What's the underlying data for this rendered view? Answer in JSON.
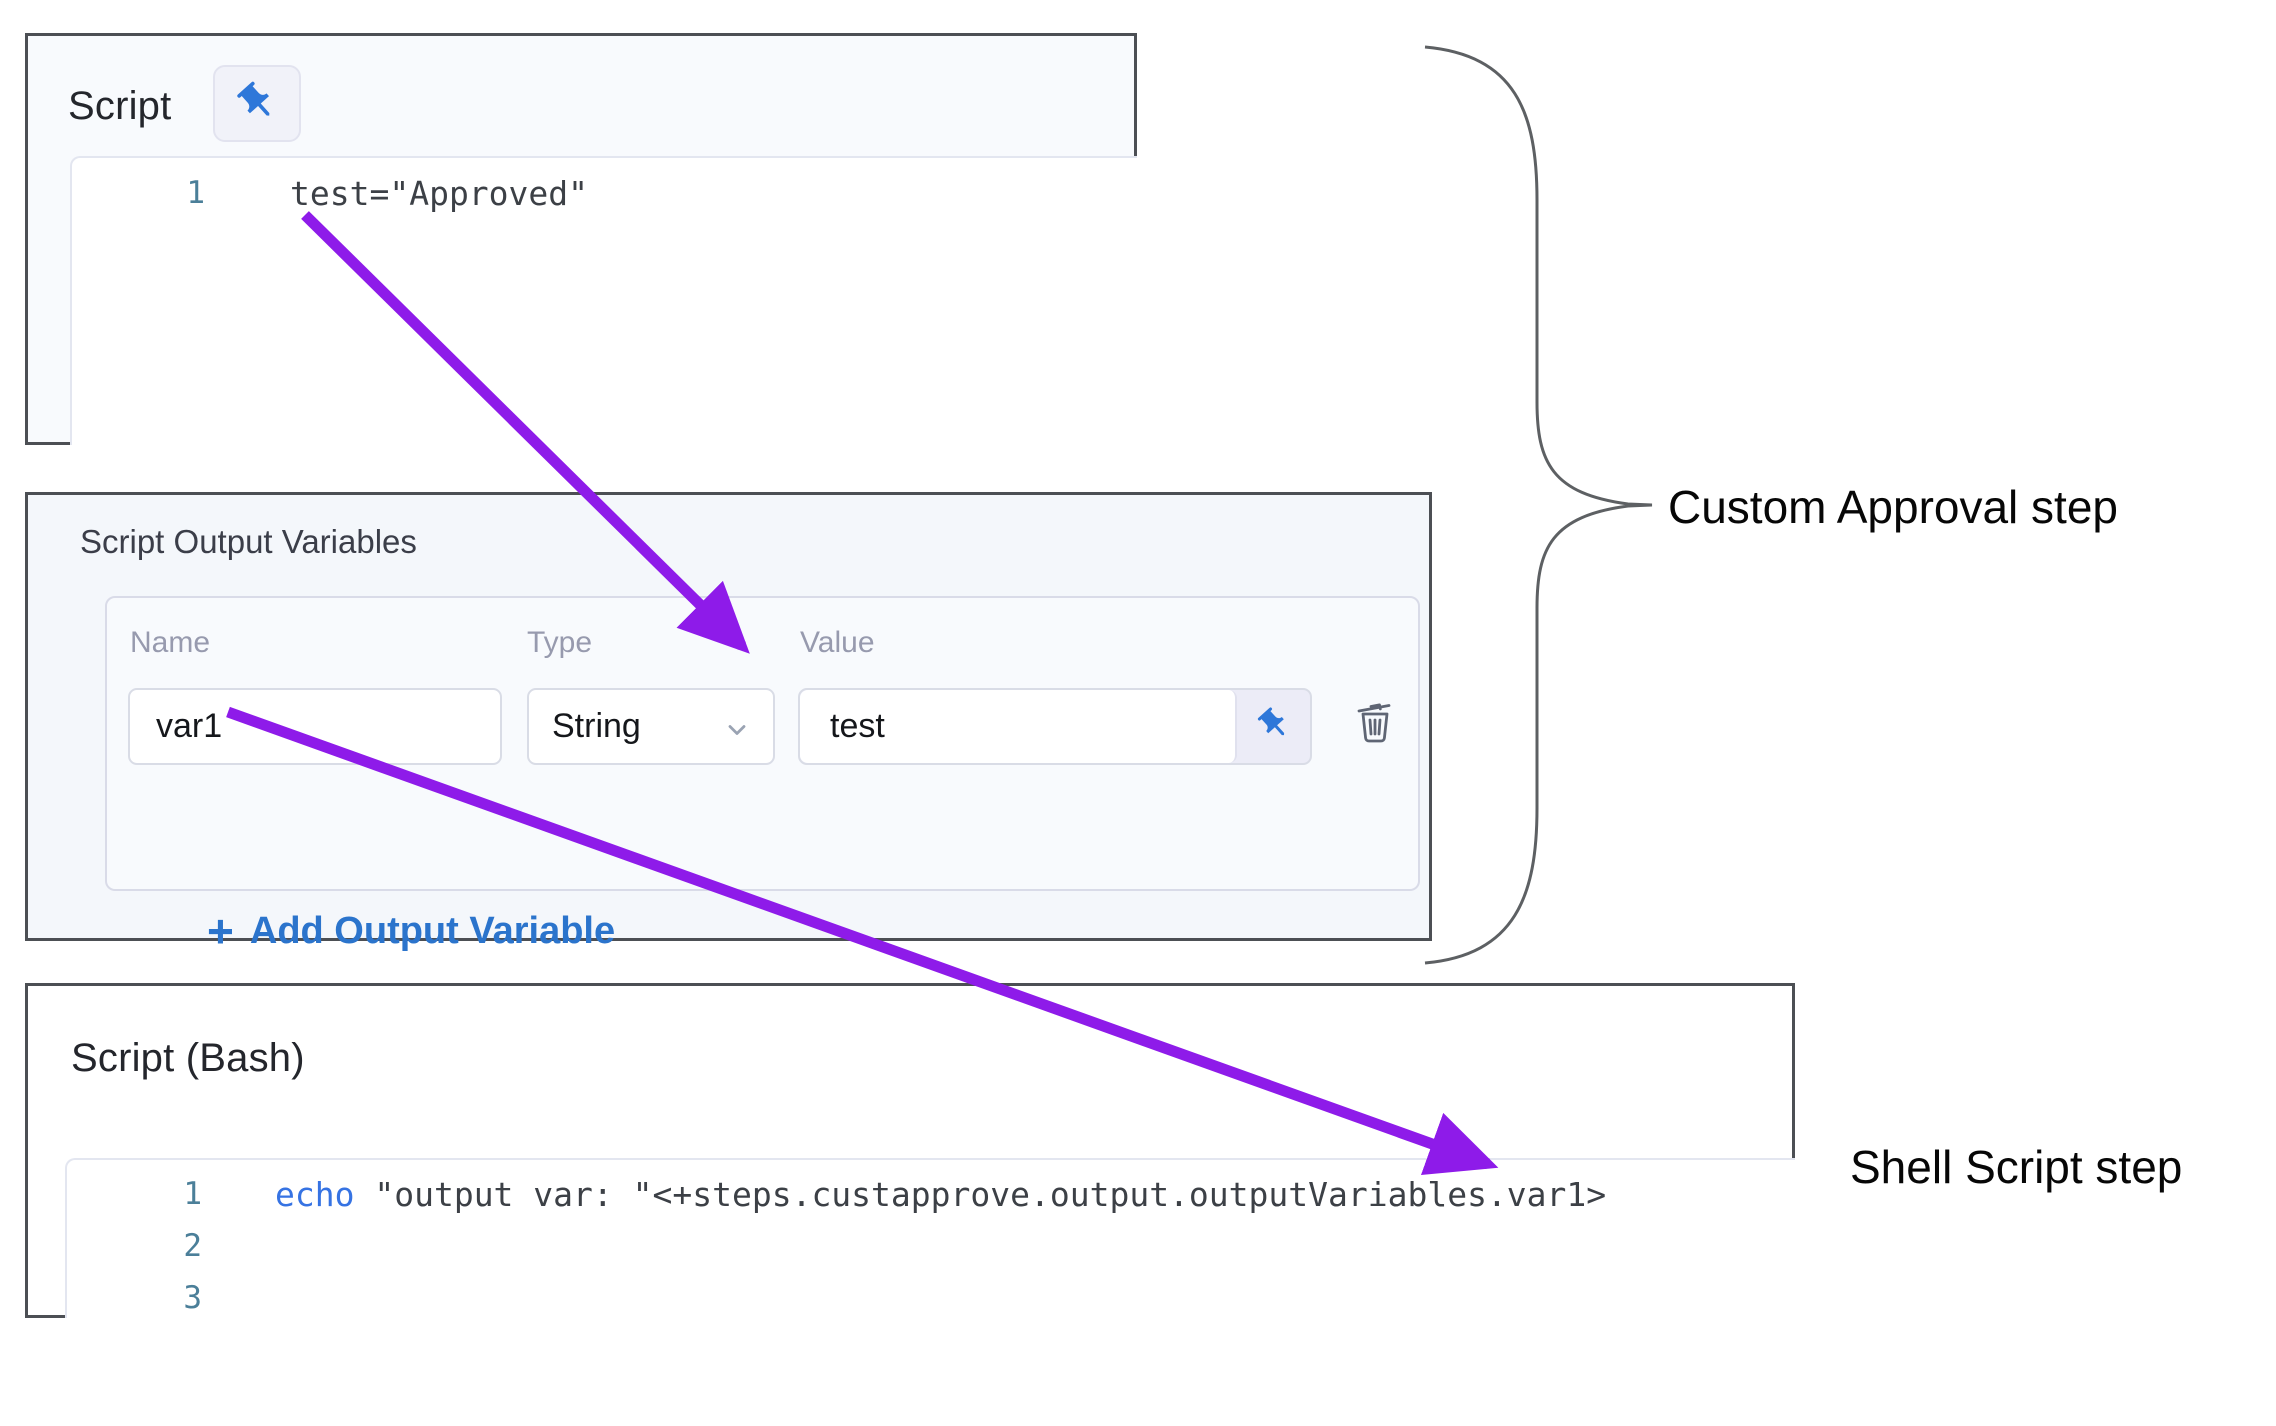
{
  "script_panel": {
    "title": "Script",
    "pin_icon": "pushpin-icon",
    "line": {
      "number": "1",
      "code": "test=\"Approved\""
    }
  },
  "variables_panel": {
    "title": "Script Output Variables",
    "columns": {
      "name": "Name",
      "type": "Type",
      "value": "Value"
    },
    "row": {
      "name": "var1",
      "type": "String",
      "value": "test"
    },
    "icons": {
      "pin": "pushpin-icon",
      "chevron": "chevron-down-icon",
      "delete": "trash-icon"
    },
    "add_button": {
      "plus": "+",
      "label": "Add Output Variable"
    }
  },
  "shell_panel": {
    "title": "Script (Bash)",
    "lines": [
      {
        "number": "1",
        "keyword": "echo",
        "rest": " \"output var: \"<+steps.custapprove.output.outputVariables.var1>"
      },
      {
        "number": "2",
        "keyword": "",
        "rest": ""
      },
      {
        "number": "3",
        "keyword": "",
        "rest": ""
      }
    ]
  },
  "annotations": {
    "custom_approval": "Custom Approval step",
    "shell_script": "Shell Script step"
  },
  "colors": {
    "accent_blue": "#2e77d9",
    "link_blue": "#2b74cc",
    "code_keyword": "#3673e3",
    "line_number": "#4b7f99",
    "arrow_purple": "#8e1be9",
    "brace_gray": "#5d6063",
    "panel_border": "#4c4f54",
    "icon_gray": "#5f6574"
  }
}
